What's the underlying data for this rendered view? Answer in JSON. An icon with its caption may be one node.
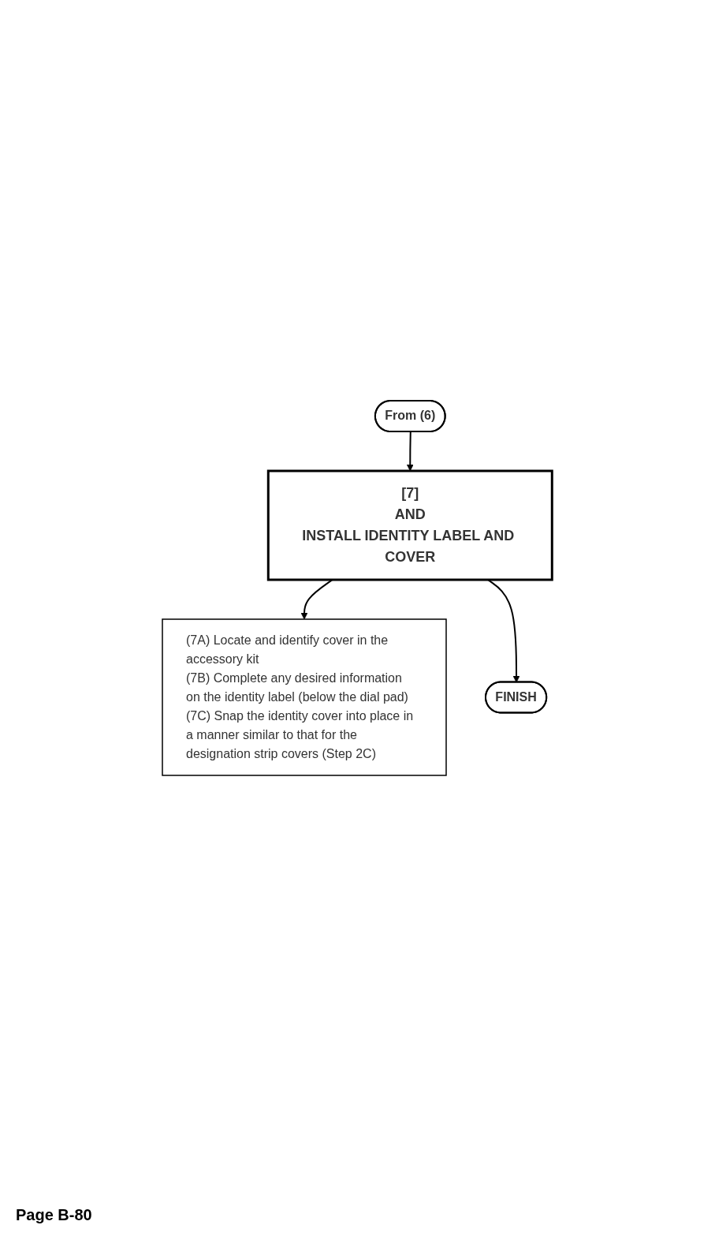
{
  "diagram": {
    "nodes": [
      {
        "text": [
          "From (6)"
        ]
      },
      {
        "text": [
          "[7]",
          "AND",
          "INSTALL IDENTITY LABEL AND COVER"
        ]
      },
      {
        "text": [
          "(7A) Locate and identify cover in the accessory kit",
          "(7B) Complete any desired information on the identity label (below the dial pad)",
          "(7C) Snap the identity cover into place in a manner similar to that for the designation strip covers (Step 2C)"
        ]
      },
      {
        "text": [
          "FINISH"
        ]
      }
    ],
    "edges": [
      {
        "from": 0,
        "to": 1,
        "arrow": "to"
      },
      {
        "from": 1,
        "to": 2,
        "arrow": "to"
      },
      {
        "from": 1,
        "to": 3,
        "arrow": "to"
      }
    ],
    "labels": [
      "Page B-80"
    ]
  }
}
